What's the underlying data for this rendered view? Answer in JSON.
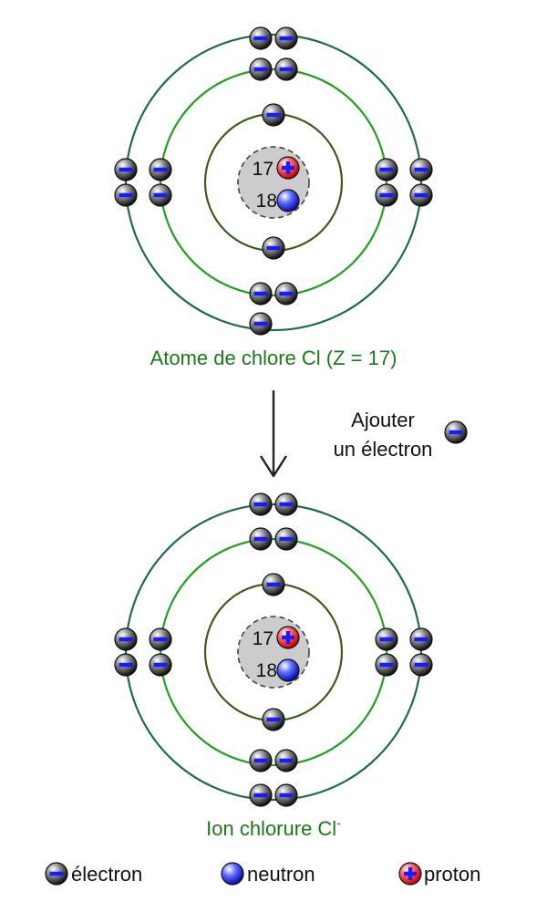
{
  "colors": {
    "shell_inner": "#3d5a1a",
    "shell_middle": "#22a022",
    "shell_outer": "#1d6b4c",
    "caption": "#1a7a1a",
    "nucleus_fill": "#cccccc",
    "electron_sign": "#1a1aff",
    "proton_sign": "#1a1aff",
    "arrow": "#222222"
  },
  "atom": {
    "caption": "Atome de chlore Cl (Z = 17)",
    "protons": "17",
    "neutrons": "18",
    "shells": [
      2,
      8,
      7
    ]
  },
  "ion": {
    "caption": "Ion chlorure Cl",
    "charge": "-",
    "protons": "17",
    "neutrons": "18",
    "shells": [
      2,
      8,
      8
    ]
  },
  "transition": {
    "line1": "Ajouter",
    "line2": "un électron"
  },
  "legend": {
    "electron": "électron",
    "neutron": "neutron",
    "proton": "proton"
  },
  "icons": {
    "electron": "electron-icon",
    "neutron": "neutron-icon",
    "proton": "proton-icon",
    "arrow": "arrow-down-icon"
  }
}
